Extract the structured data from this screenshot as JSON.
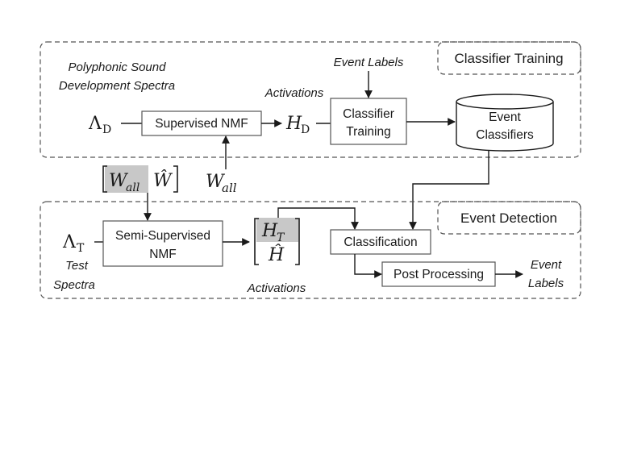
{
  "training_section": {
    "title": "Classifier Training",
    "input_caption_line1": "Polyphonic Sound",
    "input_caption_line2": "Development Spectra",
    "input_symbol": "Λ",
    "input_symbol_sub": "D",
    "nmf_box": "Supervised NMF",
    "activations_caption": "Activations",
    "activation_symbol": "H",
    "activation_symbol_sub": "D",
    "event_labels_input": "Event Labels",
    "classifier_box_line1": "Classifier",
    "classifier_box_line2": "Training",
    "store_line1": "Event",
    "store_line2": "Classifiers",
    "dictionary_symbol": "W",
    "dictionary_sub": "all"
  },
  "bridge": {
    "matrix_w": "W",
    "matrix_w_sub": "all",
    "matrix_what": "Ŵ"
  },
  "detection_section": {
    "title": "Event Detection",
    "input_symbol": "Λ",
    "input_symbol_sub": "T",
    "input_caption_line1": "Test",
    "input_caption_line2": "Spectra",
    "nmf_box_line1": "Semi-Supervised",
    "nmf_box_line2": "NMF",
    "activation_top": "H",
    "activation_top_sub": "T",
    "activation_bottom": "Ĥ",
    "activations_caption": "Activations",
    "classification_box": "Classification",
    "post_box": "Post Processing",
    "output_line1": "Event",
    "output_line2": "Labels"
  }
}
